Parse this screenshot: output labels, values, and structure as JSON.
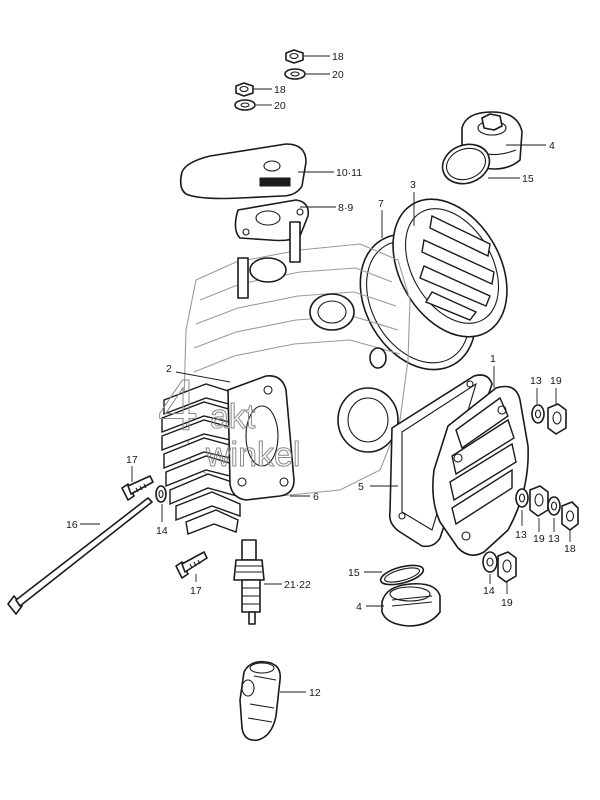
{
  "callouts": [
    {
      "id": "c18a",
      "label": "18"
    },
    {
      "id": "c20a",
      "label": "20"
    },
    {
      "id": "c18b",
      "label": "18"
    },
    {
      "id": "c20b",
      "label": "20"
    },
    {
      "id": "c4a",
      "label": "4"
    },
    {
      "id": "c15a",
      "label": "15"
    },
    {
      "id": "c1011",
      "label": "10·11"
    },
    {
      "id": "c89",
      "label": "8·9"
    },
    {
      "id": "c3",
      "label": "3"
    },
    {
      "id": "c7",
      "label": "7"
    },
    {
      "id": "c2",
      "label": "2"
    },
    {
      "id": "c1",
      "label": "1"
    },
    {
      "id": "c13a",
      "label": "13"
    },
    {
      "id": "c19a",
      "label": "19"
    },
    {
      "id": "c17a",
      "label": "17"
    },
    {
      "id": "c16",
      "label": "16"
    },
    {
      "id": "c14a",
      "label": "14"
    },
    {
      "id": "c6",
      "label": "6"
    },
    {
      "id": "c5",
      "label": "5"
    },
    {
      "id": "c13b",
      "label": "13"
    },
    {
      "id": "c19b",
      "label": "19"
    },
    {
      "id": "c13c",
      "label": "13"
    },
    {
      "id": "c18c",
      "label": "18"
    },
    {
      "id": "c17b",
      "label": "17"
    },
    {
      "id": "c2122",
      "label": "21·22"
    },
    {
      "id": "c15b",
      "label": "15"
    },
    {
      "id": "c4b",
      "label": "4"
    },
    {
      "id": "c14b",
      "label": "14"
    },
    {
      "id": "c19c",
      "label": "19"
    },
    {
      "id": "c12",
      "label": "12"
    }
  ],
  "watermark": {
    "line1": "4",
    "line2": "akt",
    "line3": "winkel"
  }
}
